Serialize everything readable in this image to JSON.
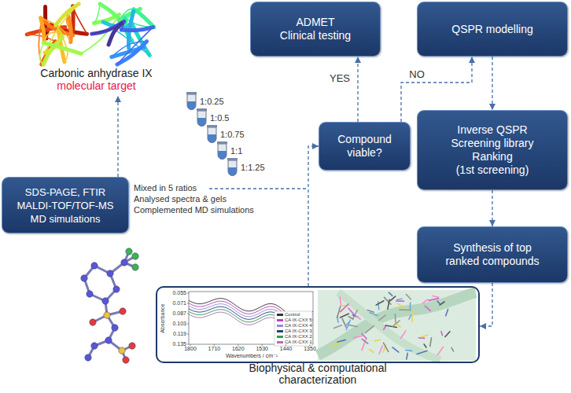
{
  "diagram": {
    "nodes": [
      {
        "text": [
          "Carbonic anhydrase IX",
          "molecular target"
        ]
      },
      {
        "text": [
          "ADMET",
          "Clinical testing"
        ]
      },
      {
        "text": [
          "QSPR modelling"
        ]
      },
      {
        "text": [
          "Compound viable?"
        ]
      },
      {
        "text": [
          "Inverse QSPR Screening library Ranking",
          "(1st screening)"
        ]
      },
      {
        "text": [
          "SDS-PAGE, FTIR MALDI-TOF/TOF-MS MD simulations"
        ]
      },
      {
        "text": [
          "Synthesis of top ranked compounds"
        ]
      },
      {
        "text": [
          "Biophysical & computational characterization"
        ]
      }
    ],
    "edges": [
      {
        "from": 5,
        "to": 0,
        "arrow": "to"
      },
      {
        "from": 3,
        "to": 1,
        "arrow": "to",
        "label": "YES"
      },
      {
        "from": 3,
        "to": 2,
        "arrow": "to",
        "label": "NO"
      },
      {
        "from": 2,
        "to": 4,
        "arrow": "to"
      },
      {
        "from": 4,
        "to": 6,
        "arrow": "to"
      },
      {
        "from": 6,
        "to": 7,
        "arrow": "to"
      },
      {
        "from": 7,
        "to": 3,
        "arrow": "to"
      }
    ],
    "labels": [
      "1:0.25",
      "1:0.5",
      "1:0.75",
      "1:1",
      "1:1.25",
      "Mixed in 5 ratios",
      "Analysed spectra & gels",
      "Complemented MD simulations",
      "0.055",
      "0.071",
      "0.087",
      "0.103",
      "0.119",
      "0.135",
      "Absorbance",
      "1800",
      "1710",
      "1620",
      "1530",
      "1440",
      "1350",
      "Wavenumbers / cm⁻¹"
    ],
    "legend": [
      {
        "text": "Control",
        "color": "#333333"
      },
      {
        "text": "CA IX-CXX 5",
        "color": "#c23fc2"
      },
      {
        "text": "CA IX-CXX 4",
        "color": "#8f8fd0"
      },
      {
        "text": "CA IX-CXX 3",
        "color": "#2f3f7a"
      },
      {
        "text": "CA IX-CXX 2",
        "color": "#2e9a5e"
      },
      {
        "text": "CA IX-CXX 1",
        "color": "#b070b0"
      }
    ]
  }
}
